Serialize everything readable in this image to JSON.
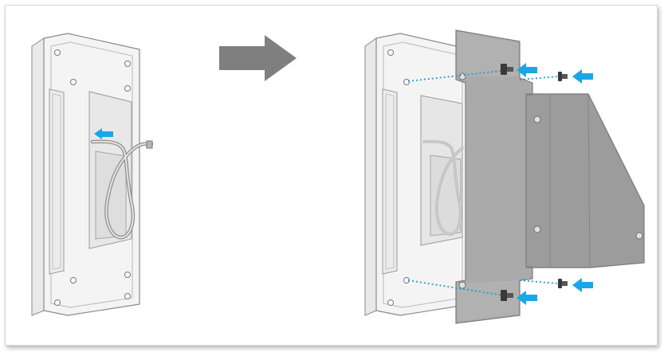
{
  "figure": {
    "panels": [
      "route-cable",
      "attach-mounting-bracket"
    ],
    "screws": 4
  },
  "icons": {
    "step_arrow": "right-arrow-icon",
    "insert_arrow": "left-arrow-icon"
  },
  "colors": {
    "background": "#ffffff",
    "border": "#d6d6d6",
    "device_fill": "#f4f4f4",
    "device_stroke": "#8a8a8a",
    "bracket_fill": "#a9a9a9",
    "bracket_stroke": "#7c7c7c",
    "step_arrow": "#7f7f7f",
    "callout_arrow": "#1aa7e6",
    "guide_line": "#1e9ad8",
    "screw": "#3a3a3a"
  }
}
